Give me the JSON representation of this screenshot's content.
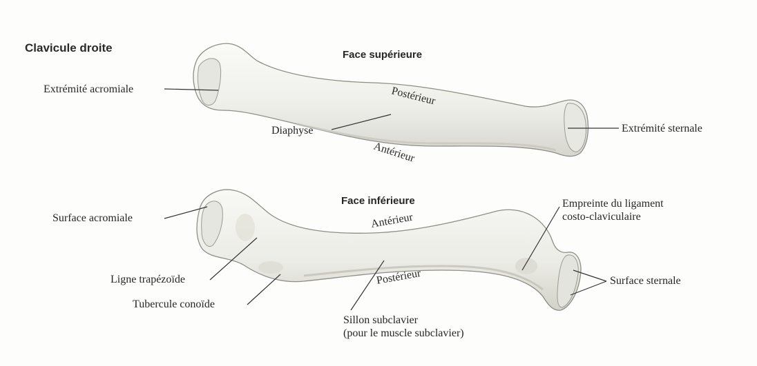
{
  "title": "Clavicule droite",
  "views": [
    {
      "heading": "Face supérieure",
      "labels": {
        "extremite_acromiale": "Extrémité acromiale",
        "diaphyse": "Diaphyse",
        "extremite_sternale": "Extrémité sternale",
        "posterieur": "Postérieur",
        "anterieur": "Antérieur"
      }
    },
    {
      "heading": "Face inférieure",
      "labels": {
        "surface_acromiale": "Surface acromiale",
        "ligne_trapezoide": "Ligne trapézoïde",
        "tubercule_conoide": "Tubercule conoïde",
        "empreinte_line1": "Empreinte du ligament",
        "empreinte_line2": "costo-claviculaire",
        "sillon_line1": "Sillon subclavier",
        "sillon_line2": "(pour le muscle subclavier)",
        "surface_sternale": "Surface sternale",
        "anterieur": "Antérieur",
        "posterieur": "Postérieur"
      }
    }
  ],
  "colors": {
    "bone_fill": "#f1f1ed",
    "bone_shade": "#d9d9d2",
    "bone_outline": "#8e8e86",
    "leader_line": "#333333"
  }
}
